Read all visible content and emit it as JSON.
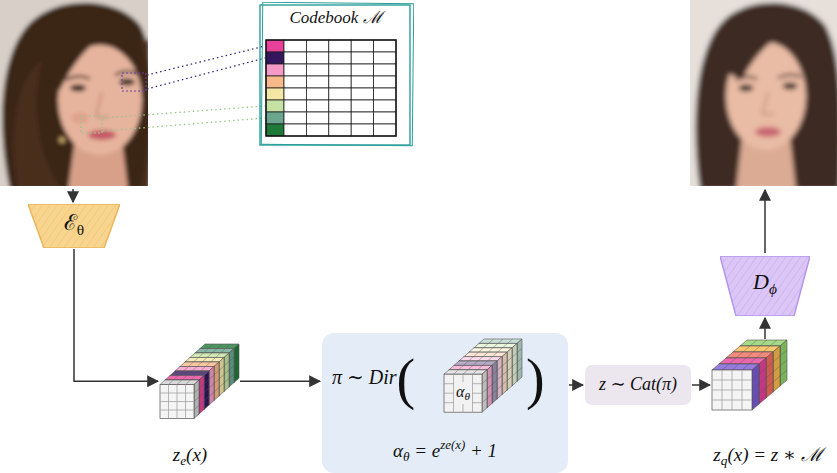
{
  "diagram": {
    "nodes": [
      {
        "text": [
          "Codebook ℳ"
        ]
      },
      {
        "text": [
          "ℰθ"
        ]
      },
      {
        "text": [
          "Dϕ"
        ]
      },
      {
        "text": [
          "ze(x)"
        ]
      },
      {
        "text": [
          "π ∼ Dir(",
          ")",
          "αθ = eze(x) + 1"
        ]
      },
      {
        "text": [
          "αθ"
        ],
        "in": 4
      },
      {
        "text": [
          "z ∼ Cat(π)"
        ]
      },
      {
        "text": [
          "zq(x) = z ∗ ℳ"
        ]
      }
    ],
    "edges": [
      {
        "from": 1,
        "to": 3,
        "arrow": "to"
      },
      {
        "from": 3,
        "to": 4,
        "arrow": "to"
      },
      {
        "from": 4,
        "to": 6,
        "arrow": "to"
      },
      {
        "from": 6,
        "to": 7,
        "arrow": "to"
      },
      {
        "from": 7,
        "to": 2,
        "arrow": "to"
      }
    ]
  }
}
